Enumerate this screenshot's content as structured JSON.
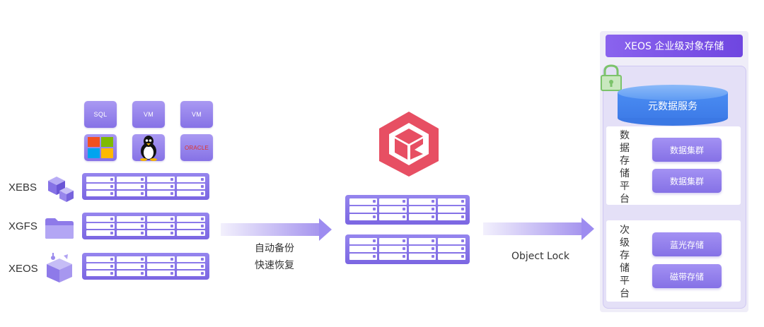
{
  "sources": {
    "tiles_top": [
      "SQL",
      "VM",
      "VM"
    ],
    "tiles_bottom_icons": [
      "windows-icon",
      "linux-tux-icon",
      "oracle-icon"
    ],
    "oracle_text": "ORACLE",
    "labels": [
      "XEBS",
      "XGFS",
      "XEOS"
    ]
  },
  "arrow1": {
    "line1": "自动备份",
    "line2": "快速恢复"
  },
  "arrow2": {
    "label": "Object Lock"
  },
  "target": {
    "header": "XEOS 企业级对象存储",
    "metadata": "元数据服务",
    "primary_label": [
      "数",
      "据",
      "存",
      "储",
      "平",
      "台"
    ],
    "primary_buttons": [
      "数据集群",
      "数据集群"
    ],
    "secondary_label": [
      "次",
      "级",
      "存",
      "储",
      "平",
      "台"
    ],
    "secondary_buttons": [
      "蓝光存储",
      "磁带存储"
    ]
  },
  "colors": {
    "purple": "#8672e6",
    "brand_red": "#e74f63",
    "header_purple": "#7a52e6",
    "cylinder_blue": "#4a8cf2",
    "lock_green": "#7cc36b"
  }
}
